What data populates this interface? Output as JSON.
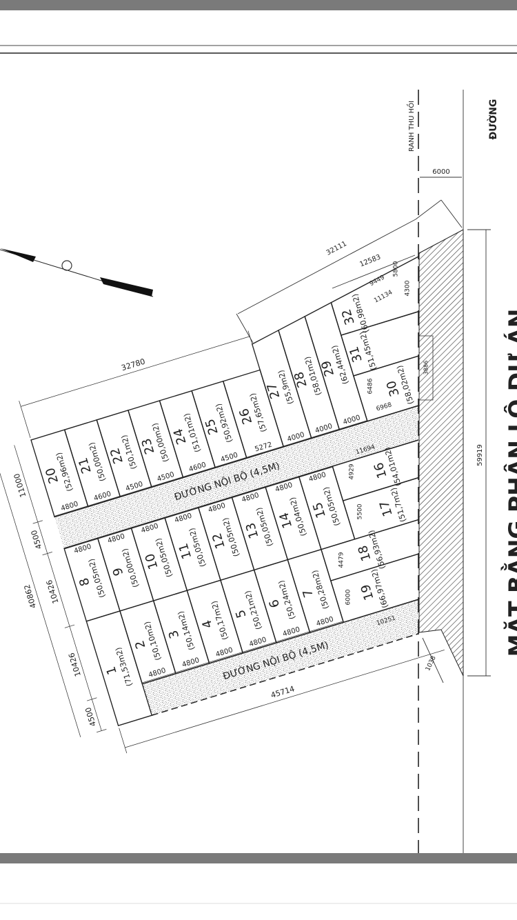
{
  "title": "MẶT BẰNG PHÂN LÔ DỰ ÁN",
  "labels": {
    "main_road": "ĐƯỜNG",
    "boundary": "RANH THU HỒI",
    "internal_road_top": "ĐƯỜNG NỘI BỘ (4,5M)",
    "internal_road_bottom": "ĐƯỜNG NỘI BỘ (4,5M)"
  },
  "colors": {
    "frame_bar": "#7a7a7a",
    "line": "#222222",
    "paper": "#ffffff"
  },
  "lots": [
    {
      "number": "1",
      "area": "(71,53m2)",
      "width": ""
    },
    {
      "number": "2",
      "area": "(50,10m2)",
      "width": "4800"
    },
    {
      "number": "3",
      "area": "(50,14m2)",
      "width": "4800"
    },
    {
      "number": "4",
      "area": "(50,17m2)",
      "width": "4800"
    },
    {
      "number": "5",
      "area": "(50,21m2)",
      "width": "4800"
    },
    {
      "number": "6",
      "area": "(50,24m2)",
      "width": "4800"
    },
    {
      "number": "7",
      "area": "(50,28m2)",
      "width": "4800"
    },
    {
      "number": "8",
      "area": "(50,05m2)",
      "width": "4800"
    },
    {
      "number": "9",
      "area": "(50,00m2)",
      "width": "4800"
    },
    {
      "number": "10",
      "area": "(50,05m2)",
      "width": "4800"
    },
    {
      "number": "11",
      "area": "(50,05m2)",
      "width": "4800"
    },
    {
      "number": "12",
      "area": "(50,05m2)",
      "width": "4800"
    },
    {
      "number": "13",
      "area": "(50,05m2)",
      "width": "4800"
    },
    {
      "number": "14",
      "area": "(50,04m2)",
      "width": "4800"
    },
    {
      "number": "15",
      "area": "(50,05m2)",
      "width": "4800"
    },
    {
      "number": "16",
      "area": "(54,01m2)",
      "width": ""
    },
    {
      "number": "17",
      "area": "(51,7m2)",
      "width": ""
    },
    {
      "number": "18",
      "area": "(56,93m2)",
      "width": ""
    },
    {
      "number": "19",
      "area": "(66,97m2)",
      "width": ""
    },
    {
      "number": "20",
      "area": "(52,96m2)",
      "width": "4800"
    },
    {
      "number": "21",
      "area": "(50,00m2)",
      "width": "4600"
    },
    {
      "number": "22",
      "area": "(50,1m2)",
      "width": "4500"
    },
    {
      "number": "23",
      "area": "(50,00m2)",
      "width": "4500"
    },
    {
      "number": "24",
      "area": "(51,01m2)",
      "width": "4600"
    },
    {
      "number": "25",
      "area": "(50,92m2)",
      "width": "4500"
    },
    {
      "number": "26",
      "area": "(57,65m2)",
      "width": "5272"
    },
    {
      "number": "27",
      "area": "(55,9m2)",
      "width": "4000"
    },
    {
      "number": "28",
      "area": "(58,01m2)",
      "width": "4000"
    },
    {
      "number": "29",
      "area": "(62,44m2)",
      "width": "4000"
    },
    {
      "number": "30",
      "area": "(58,02m2)",
      "width": ""
    },
    {
      "number": "31",
      "area": "(51,45m2)",
      "width": ""
    },
    {
      "number": "32",
      "area": "(60,98m2)",
      "width": ""
    }
  ],
  "dimensions": {
    "top_row_length": "32780",
    "upper_right_length": "32111",
    "upper_right_short": "12583",
    "left_total": "40862",
    "left_segments": [
      "11000",
      "4500",
      "10426",
      "10426",
      "4500"
    ],
    "bottom_length": "45714",
    "road_width": "6000",
    "frontage_length": "59919",
    "corner_offset": "1038",
    "road_segment": "10251",
    "hatch_box": "3886",
    "lot16_length": "11694",
    "lot16_depth": "4929",
    "lot17_depth": "5500",
    "lot18_depth": "4479",
    "lot19_depth": "6000",
    "lot30_depth": "6486",
    "lot30_width": "6968",
    "lot31_length": "9449",
    "lot31_depth": "5800",
    "lot32_length": "11134",
    "lot32_depth": "4300"
  }
}
